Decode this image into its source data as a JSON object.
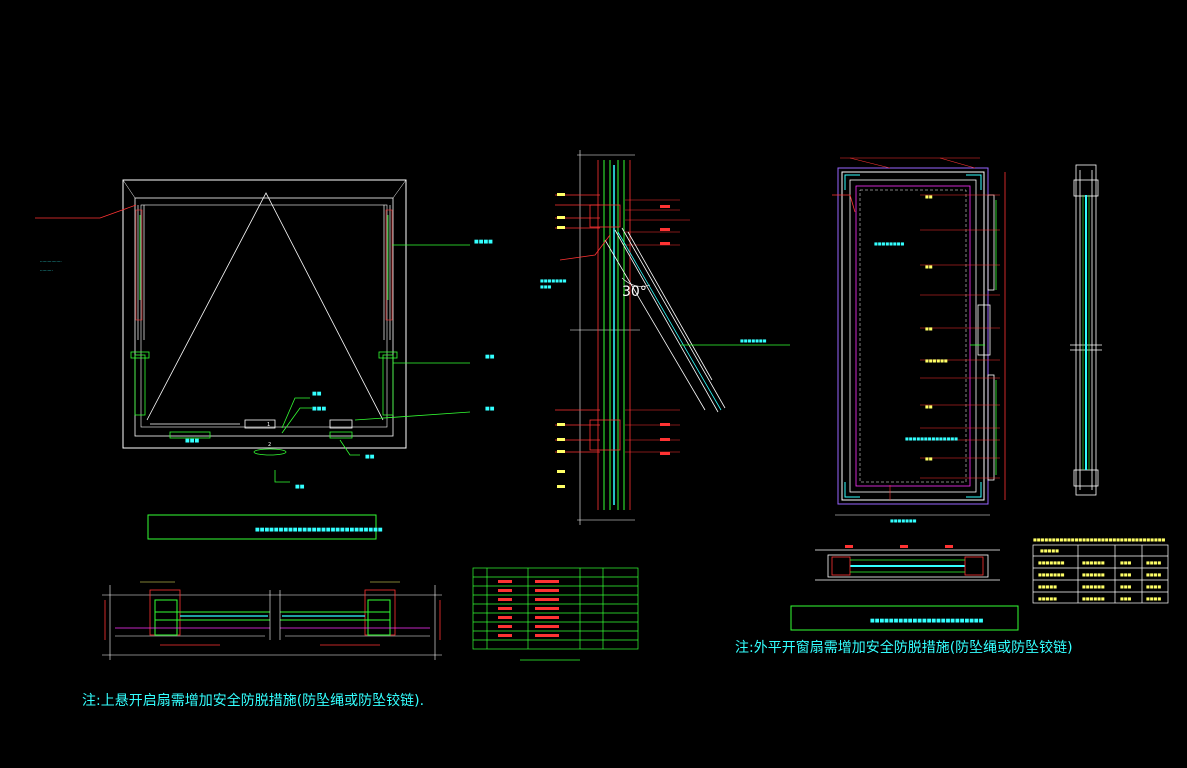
{
  "colors": {
    "background": "#000000",
    "white": "#ffffff",
    "green": "#33ff33",
    "cyan": "#33ffff",
    "red": "#ff3333",
    "magenta": "#ff33ff",
    "yellow": "#ffff66",
    "purple": "#9966ff"
  },
  "annotations": {
    "angle_label": "30°",
    "note_top_hung": "注:上悬开启扇需增加安全防脱措施(防坠绳或防坠铰链).",
    "note_casement": "注:外平开窗扇需增加安全防脱措施(防坠绳或防坠铰链)"
  }
}
